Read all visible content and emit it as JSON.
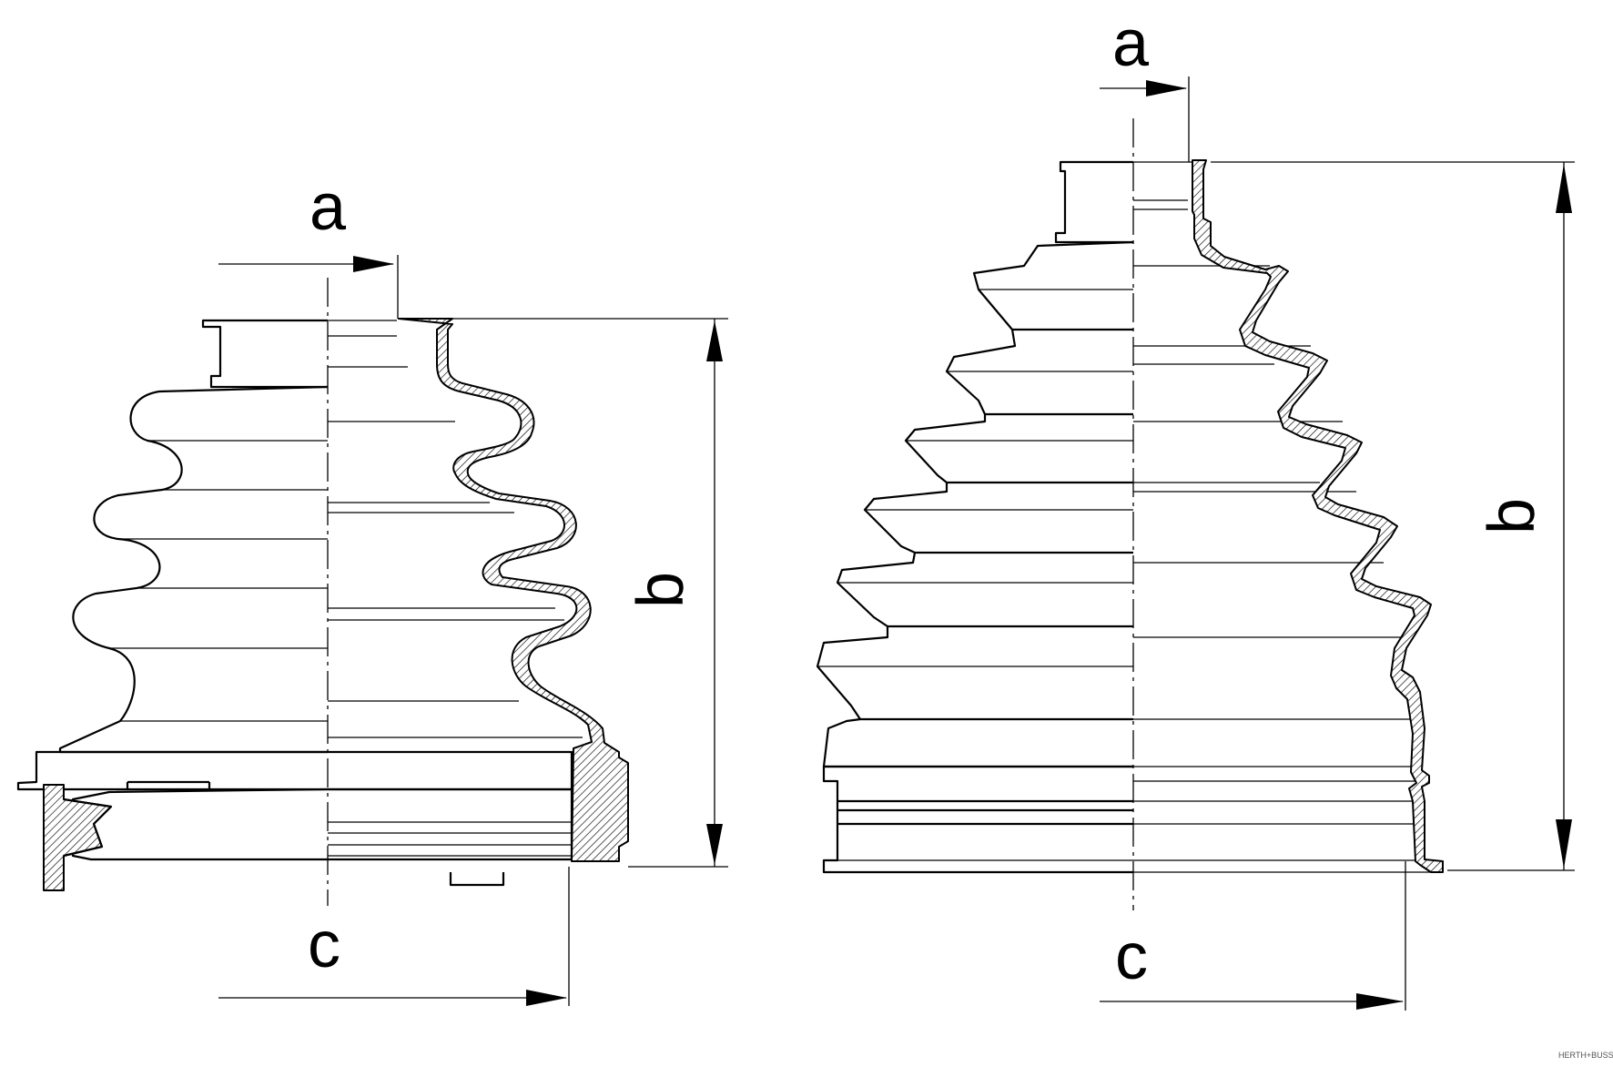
{
  "diagram": {
    "type": "technical-drawing",
    "subject": "CV joint boot",
    "left_view": {
      "labels": {
        "top_diameter": "a",
        "height": "b",
        "bottom_diameter": "c"
      }
    },
    "right_view": {
      "labels": {
        "top_diameter": "a",
        "height": "b",
        "bottom_diameter": "c"
      }
    },
    "watermark": "HERTH+BUSS",
    "colors": {
      "line": "#000000",
      "background": "#ffffff"
    }
  }
}
